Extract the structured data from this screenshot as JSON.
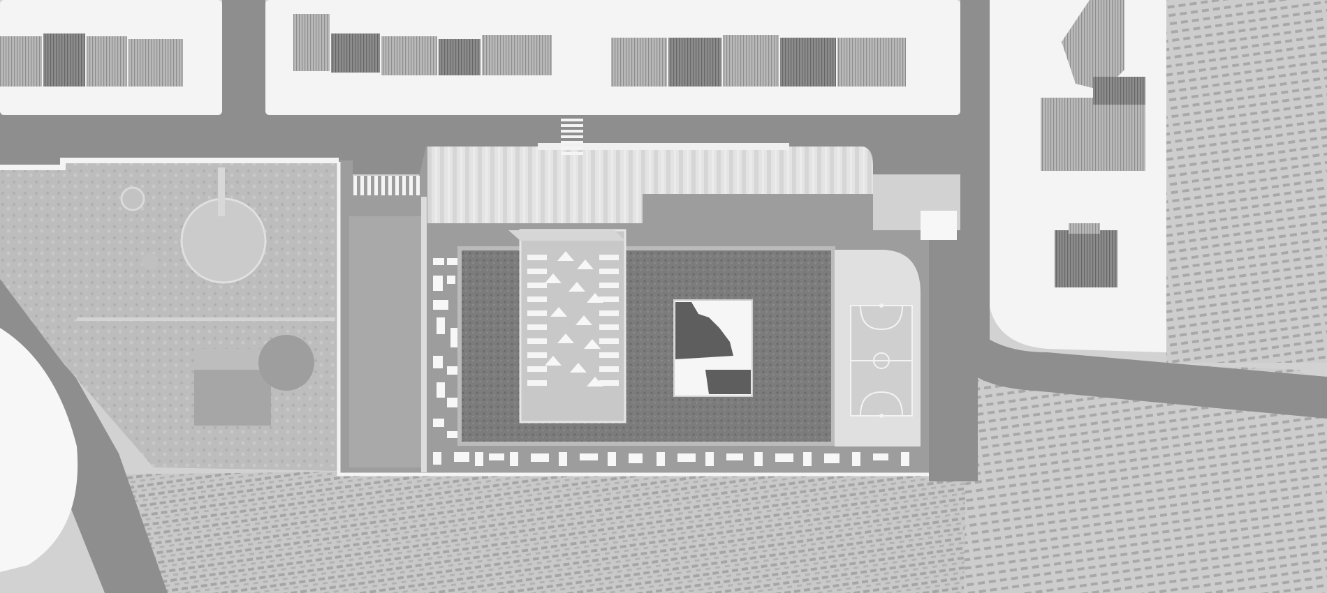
{
  "map": {
    "style": "grayscale architectural site plan over aerial photograph",
    "palette": {
      "paper": "#f4f4f4",
      "road": "#8e8e8e",
      "field": "#c9c9c9",
      "field_line": "#9a9a9a",
      "park": "#bdbdbd",
      "roof_light": "#cfcfcf",
      "roof_mid": "#a9a9a9",
      "roof_dark": "#7f7f7f",
      "green_roof": "#777777",
      "white": "#ffffff",
      "court": "#d9d9d9"
    },
    "features": [
      "road",
      "residential-block",
      "pitched-roof-building",
      "park",
      "water-body",
      "school-building",
      "green-roof",
      "courtyard",
      "basketball-court",
      "parking-area",
      "crosswalk",
      "agricultural-field"
    ]
  }
}
